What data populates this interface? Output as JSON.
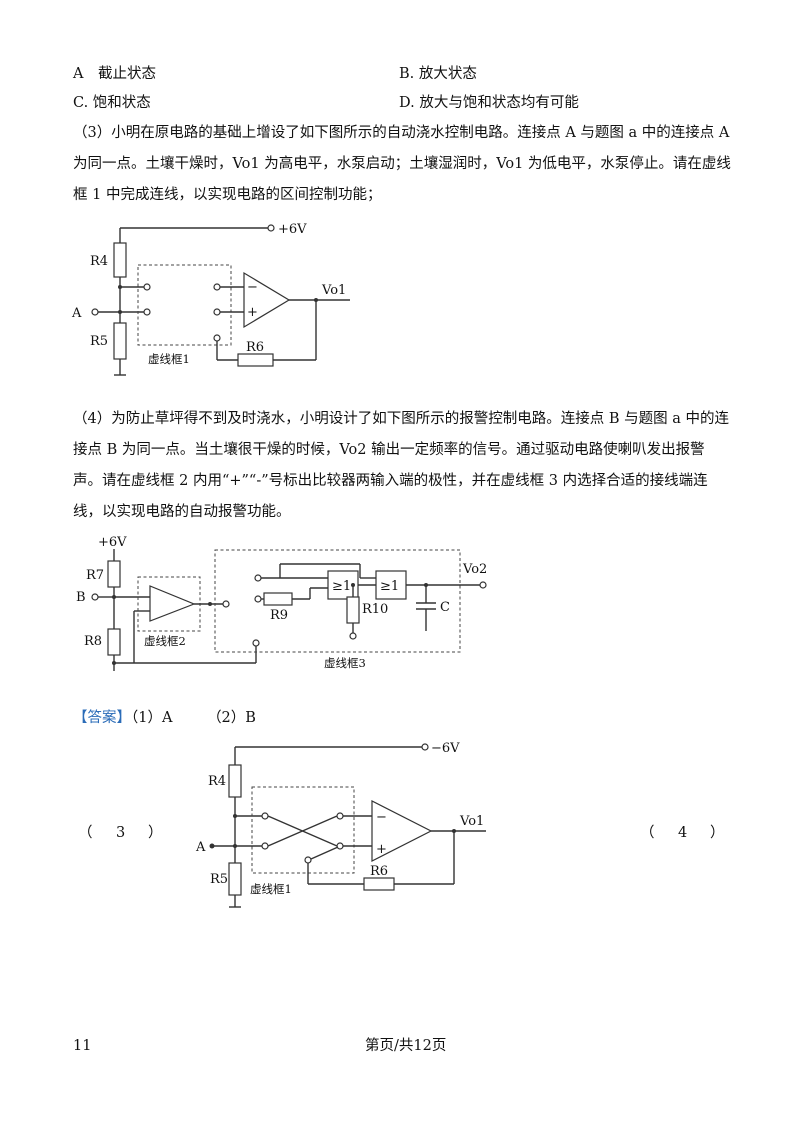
{
  "options": {
    "a": "A　截止状态",
    "b": "B. 放大状态",
    "c": "C. 饱和状态",
    "d": "D. 放大与饱和状态均有可能"
  },
  "q3": {
    "text": "（3）小明在原电路的基础上增设了如下图所示的自动浇水控制电路。连接点 A 与题图 a 中的连接点 A 为同一点。土壤干燥时，Vo1 为高电平，水泵启动；土壤湿润时，Vo1 为低电平，水泵停止。请在虚线框 1 中完成连线，以实现电路的区间控制功能；"
  },
  "fig1": {
    "supply": "+6V",
    "r4": "R4",
    "r5": "R5",
    "r6": "R6",
    "node_a": "A",
    "out": "Vo1",
    "minus": "−",
    "plus": "+",
    "frame": "虚线框1"
  },
  "q4": {
    "text": "（4）为防止草坪得不到及时浇水，小明设计了如下图所示的报警控制电路。连接点 B 与题图 a 中的连接点 B 为同一点。当土壤很干燥的时候，Vo2 输出一定频率的信号。通过驱动电路使喇叭发出报警声。请在虚线框 2 内用“+”“-”号标出比较器两输入端的极性，并在虚线框 3 内选择合适的接线端连线，以实现电路的自动报警功能。"
  },
  "fig2": {
    "supply": "+6V",
    "r7": "R7",
    "r8": "R8",
    "r9": "R9",
    "r10": "R10",
    "c": "C",
    "node_b": "B",
    "out": "Vo2",
    "gate": "≥1",
    "frame2": "虚线框2",
    "frame3": "虚线框3"
  },
  "answer": {
    "tag": "【答案】",
    "part1": "（1）A",
    "part2": "（2）B",
    "part3_left": "（",
    "part3_num": "3",
    "part3_right": "）",
    "part4_left": "（",
    "part4_num": "4",
    "part4_right": "）"
  },
  "fig3": {
    "supply": "−6V",
    "r4": "R4",
    "r5": "R5",
    "r6": "R6",
    "node_a": "A",
    "out": "Vo1",
    "minus": "−",
    "plus": "+",
    "frame": "虚线框1"
  },
  "footer": {
    "page_num": "11",
    "page_text": "第页/共12页"
  }
}
